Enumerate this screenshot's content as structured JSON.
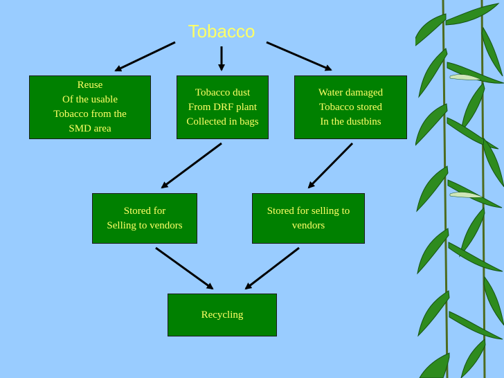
{
  "slide": {
    "title": "Tobacco",
    "background_color": "#99ccff",
    "box_color": "#008000",
    "text_color": "#ffff66"
  },
  "nodes": {
    "reuse": "Reuse\nOf the usable\nTobacco from the\nSMD area",
    "dust": "Tobacco dust\nFrom DRF plant\nCollected in bags",
    "water": "Water damaged\nTobacco stored\nIn the dustbins",
    "stored_left": "Stored for\nSelling to vendors",
    "stored_right": "Stored for selling to\nvendors",
    "recycling": "Recycling"
  },
  "edges": [
    {
      "from": "title",
      "to": "reuse"
    },
    {
      "from": "title",
      "to": "dust"
    },
    {
      "from": "title",
      "to": "water"
    },
    {
      "from": "dust",
      "to": "stored_left"
    },
    {
      "from": "water",
      "to": "stored_right"
    },
    {
      "from": "stored_left",
      "to": "recycling"
    },
    {
      "from": "stored_right",
      "to": "recycling"
    }
  ],
  "decoration": {
    "side_image": "bamboo-leaves"
  }
}
